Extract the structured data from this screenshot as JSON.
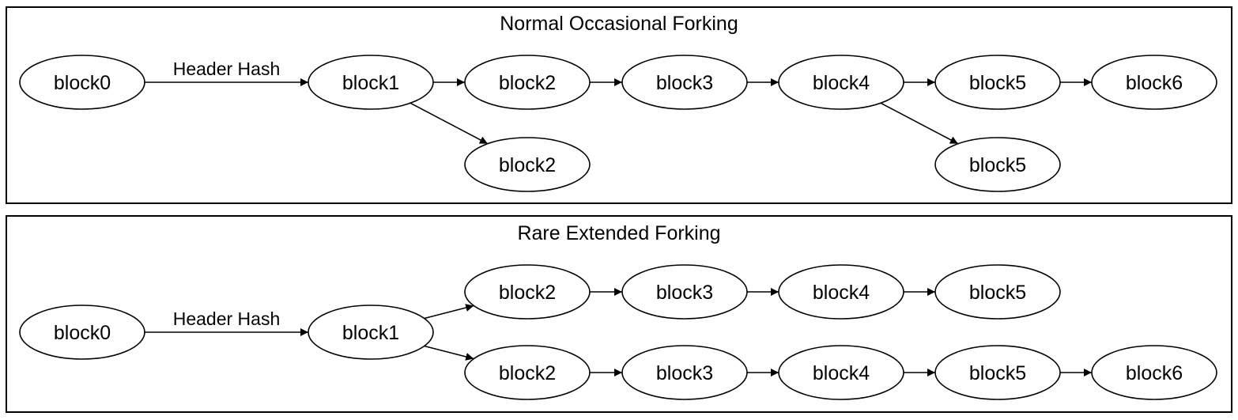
{
  "panels": [
    {
      "title": "Normal Occasional Forking",
      "nodes": [
        {
          "id": "p1n0",
          "label": "block0"
        },
        {
          "id": "p1n1",
          "label": "block1"
        },
        {
          "id": "p1n2",
          "label": "block2"
        },
        {
          "id": "p1n3",
          "label": "block3"
        },
        {
          "id": "p1n4",
          "label": "block4"
        },
        {
          "id": "p1n5",
          "label": "block5"
        },
        {
          "id": "p1n6",
          "label": "block6"
        },
        {
          "id": "p1f2",
          "label": "block2"
        },
        {
          "id": "p1f5",
          "label": "block5"
        }
      ],
      "edges": [
        {
          "from": "p1n0",
          "to": "p1n1",
          "label": "Header Hash"
        },
        {
          "from": "p1n1",
          "to": "p1n2"
        },
        {
          "from": "p1n2",
          "to": "p1n3"
        },
        {
          "from": "p1n3",
          "to": "p1n4"
        },
        {
          "from": "p1n4",
          "to": "p1n5"
        },
        {
          "from": "p1n5",
          "to": "p1n6"
        },
        {
          "from": "p1n1",
          "to": "p1f2"
        },
        {
          "from": "p1n4",
          "to": "p1f5"
        }
      ]
    },
    {
      "title": "Rare Extended Forking",
      "nodes": [
        {
          "id": "p2n0",
          "label": "block0"
        },
        {
          "id": "p2n1",
          "label": "block1"
        },
        {
          "id": "p2a2",
          "label": "block2"
        },
        {
          "id": "p2a3",
          "label": "block3"
        },
        {
          "id": "p2a4",
          "label": "block4"
        },
        {
          "id": "p2a5",
          "label": "block5"
        },
        {
          "id": "p2b2",
          "label": "block2"
        },
        {
          "id": "p2b3",
          "label": "block3"
        },
        {
          "id": "p2b4",
          "label": "block4"
        },
        {
          "id": "p2b5",
          "label": "block5"
        },
        {
          "id": "p2b6",
          "label": "block6"
        }
      ],
      "edges": [
        {
          "from": "p2n0",
          "to": "p2n1",
          "label": "Header Hash"
        },
        {
          "from": "p2n1",
          "to": "p2a2"
        },
        {
          "from": "p2a2",
          "to": "p2a3"
        },
        {
          "from": "p2a3",
          "to": "p2a4"
        },
        {
          "from": "p2a4",
          "to": "p2a5"
        },
        {
          "from": "p2n1",
          "to": "p2b2"
        },
        {
          "from": "p2b2",
          "to": "p2b3"
        },
        {
          "from": "p2b3",
          "to": "p2b4"
        },
        {
          "from": "p2b4",
          "to": "p2b5"
        },
        {
          "from": "p2b5",
          "to": "p2b6"
        }
      ]
    }
  ]
}
